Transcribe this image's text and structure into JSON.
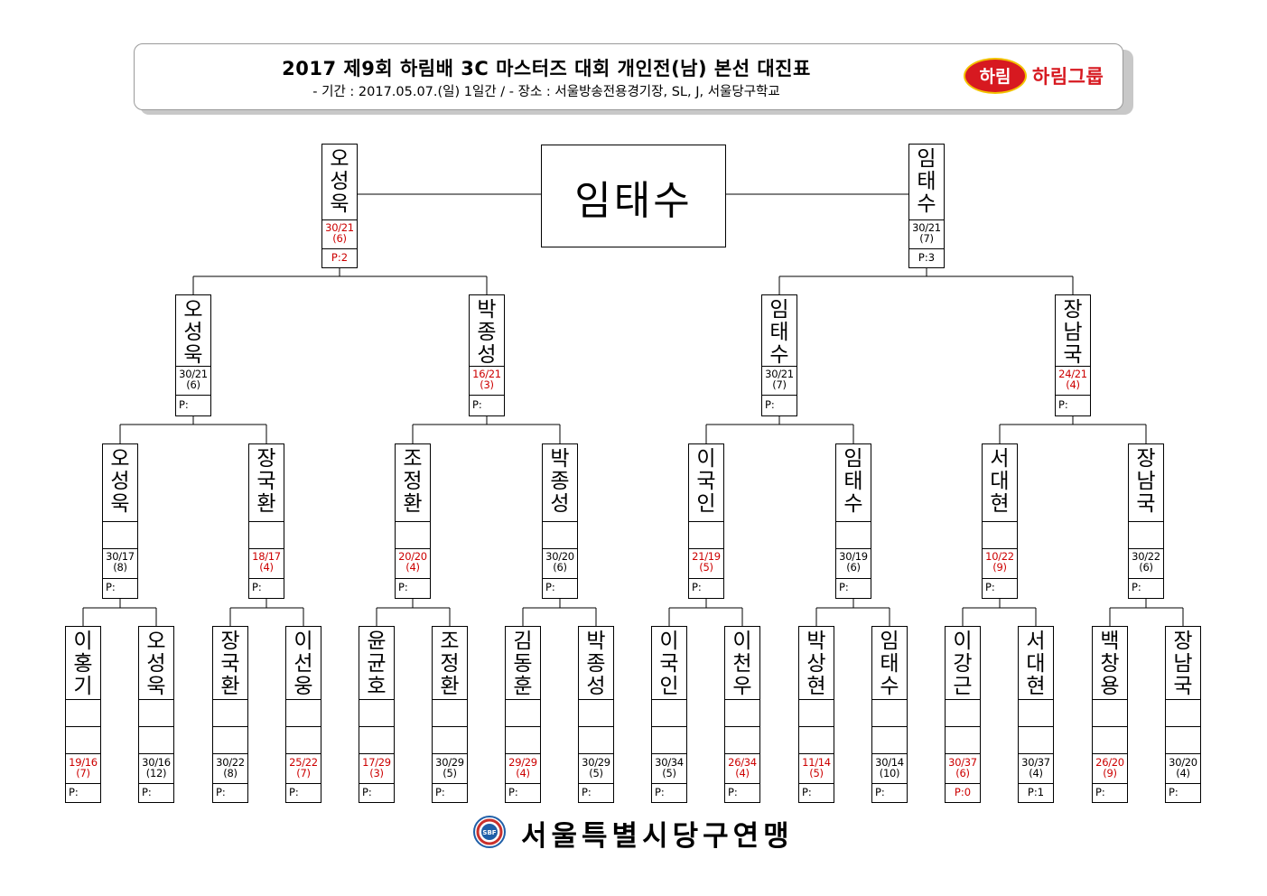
{
  "header": {
    "title": "2017 제9회 하림배 3C 마스터즈 대회 개인전(남) 본선 대진표",
    "subtitle": "- 기간 : 2017.05.07.(일) 1일간 / - 장소 : 서울방송전용경기장, SL, J, 서울당구학교",
    "logo_mark": "하림",
    "logo_group": "하림그룹"
  },
  "champion": "임태수",
  "colors": {
    "red": "#cc0000",
    "logo_red": "#d71920"
  },
  "rounds": {
    "r16": [
      {
        "name": "이\n홍\n기",
        "score": "19/16",
        "inning": "(7)",
        "p": "P:",
        "red": true,
        "p_center": false,
        "p_red": false
      },
      {
        "name": "오\n성\n욱",
        "score": "30/16",
        "inning": "(12)",
        "p": "P:",
        "red": false,
        "p_center": false,
        "p_red": false
      },
      {
        "name": "장\n국\n환",
        "score": "30/22",
        "inning": "(8)",
        "p": "P:",
        "red": false,
        "p_center": false,
        "p_red": false
      },
      {
        "name": "이\n선\n웅",
        "score": "25/22",
        "inning": "(7)",
        "p": "P:",
        "red": true,
        "p_center": false,
        "p_red": false
      },
      {
        "name": "윤\n균\n호",
        "score": "17/29",
        "inning": "(3)",
        "p": "P:",
        "red": true,
        "p_center": false,
        "p_red": false
      },
      {
        "name": "조\n정\n환",
        "score": "30/29",
        "inning": "(5)",
        "p": "P:",
        "red": false,
        "p_center": false,
        "p_red": false
      },
      {
        "name": "김\n동\n훈",
        "score": "29/29",
        "inning": "(4)",
        "p": "P:",
        "red": true,
        "p_center": false,
        "p_red": false
      },
      {
        "name": "박\n종\n성",
        "score": "30/29",
        "inning": "(5)",
        "p": "P:",
        "red": false,
        "p_center": false,
        "p_red": false
      },
      {
        "name": "이\n국\n인",
        "score": "30/34",
        "inning": "(5)",
        "p": "P:",
        "red": false,
        "p_center": false,
        "p_red": false
      },
      {
        "name": "이\n천\n우",
        "score": "26/34",
        "inning": "(4)",
        "p": "P:",
        "red": true,
        "p_center": false,
        "p_red": false
      },
      {
        "name": "박\n상\n현",
        "score": "11/14",
        "inning": "(5)",
        "p": "P:",
        "red": true,
        "p_center": false,
        "p_red": false
      },
      {
        "name": "임\n태\n수",
        "score": "30/14",
        "inning": "(10)",
        "p": "P:",
        "red": false,
        "p_center": false,
        "p_red": false
      },
      {
        "name": "이\n강\n근",
        "score": "30/37",
        "inning": "(6)",
        "p": "P:0",
        "red": true,
        "p_center": true,
        "p_red": true
      },
      {
        "name": "서\n대\n현",
        "score": "30/37",
        "inning": "(4)",
        "p": "P:1",
        "red": false,
        "p_center": true,
        "p_red": false
      },
      {
        "name": "백\n창\n용",
        "score": "26/20",
        "inning": "(9)",
        "p": "P:",
        "red": true,
        "p_center": false,
        "p_red": false
      },
      {
        "name": "장\n남\n국",
        "score": "30/20",
        "inning": "(4)",
        "p": "P:",
        "red": false,
        "p_center": false,
        "p_red": false
      }
    ],
    "qf": [
      {
        "name": "오\n성\n욱",
        "score": "30/17",
        "inning": "(8)",
        "p": "P:",
        "red": false
      },
      {
        "name": "장\n국\n환",
        "score": "18/17",
        "inning": "(4)",
        "p": "P:",
        "red": true
      },
      {
        "name": "조\n정\n환",
        "score": "20/20",
        "inning": "(4)",
        "p": "P:",
        "red": true
      },
      {
        "name": "박\n종\n성",
        "score": "30/20",
        "inning": "(6)",
        "p": "P:",
        "red": false
      },
      {
        "name": "이\n국\n인",
        "score": "21/19",
        "inning": "(5)",
        "p": "P:",
        "red": true
      },
      {
        "name": "임\n태\n수",
        "score": "30/19",
        "inning": "(6)",
        "p": "P:",
        "red": false
      },
      {
        "name": "서\n대\n현",
        "score": "10/22",
        "inning": "(9)",
        "p": "P:",
        "red": true
      },
      {
        "name": "장\n남\n국",
        "score": "30/22",
        "inning": "(6)",
        "p": "P:",
        "red": false
      }
    ],
    "sf": [
      {
        "name": "오\n성\n욱",
        "score": "30/21",
        "inning": "(6)",
        "p": "P:",
        "red": false
      },
      {
        "name": "박\n종\n성",
        "score": "16/21",
        "inning": "(3)",
        "p": "P:",
        "red": true
      },
      {
        "name": "임\n태\n수",
        "score": "30/21",
        "inning": "(7)",
        "p": "P:",
        "red": false
      },
      {
        "name": "장\n남\n국",
        "score": "24/21",
        "inning": "(4)",
        "p": "P:",
        "red": true
      }
    ],
    "final": [
      {
        "name": "오\n성\n욱",
        "score": "30/21",
        "inning": "(6)",
        "p": "P:2",
        "red": true
      },
      {
        "name": "임\n태\n수",
        "score": "30/21",
        "inning": "(7)",
        "p": "P:3",
        "red": false
      }
    ]
  },
  "footer": {
    "org_name": "서울특별시당구연맹",
    "emblem_text": "SBF"
  }
}
